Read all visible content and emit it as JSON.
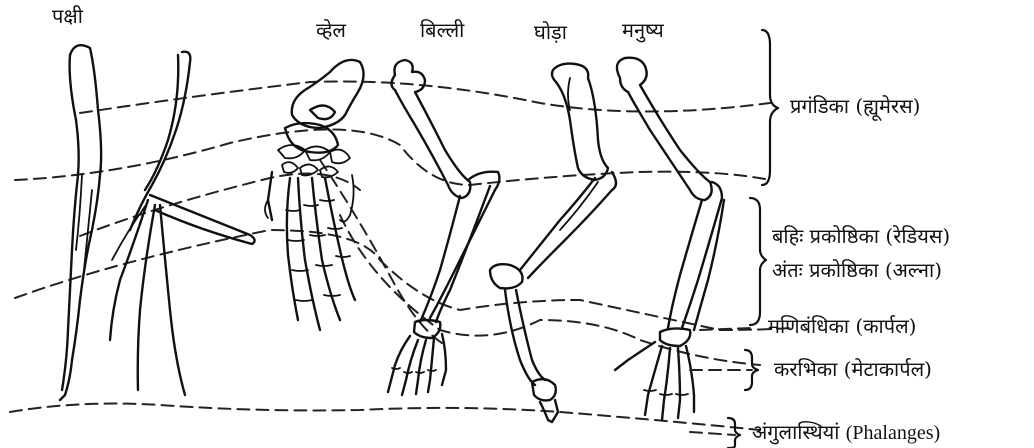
{
  "animals": {
    "bird": "पक्षी",
    "whale": "व्हेल",
    "cat": "बिल्ली",
    "horse": "घोड़ा",
    "human": "मनुष्य"
  },
  "bones": {
    "humerus": "प्रगंडिका (ह्यूमेरस)",
    "radius": "बहिः प्रकोष्ठिका (रेडियस)",
    "ulna": "अंतः प्रकोष्ठिका (अल्ना)",
    "carpal": "मणिबंधिका (कार्पल)",
    "metacarpal": "करभिका (मेटाकार्पल)",
    "phalanges_hi": "अंगुलास्थियां",
    "phalanges_en": "(Phalanges)"
  }
}
